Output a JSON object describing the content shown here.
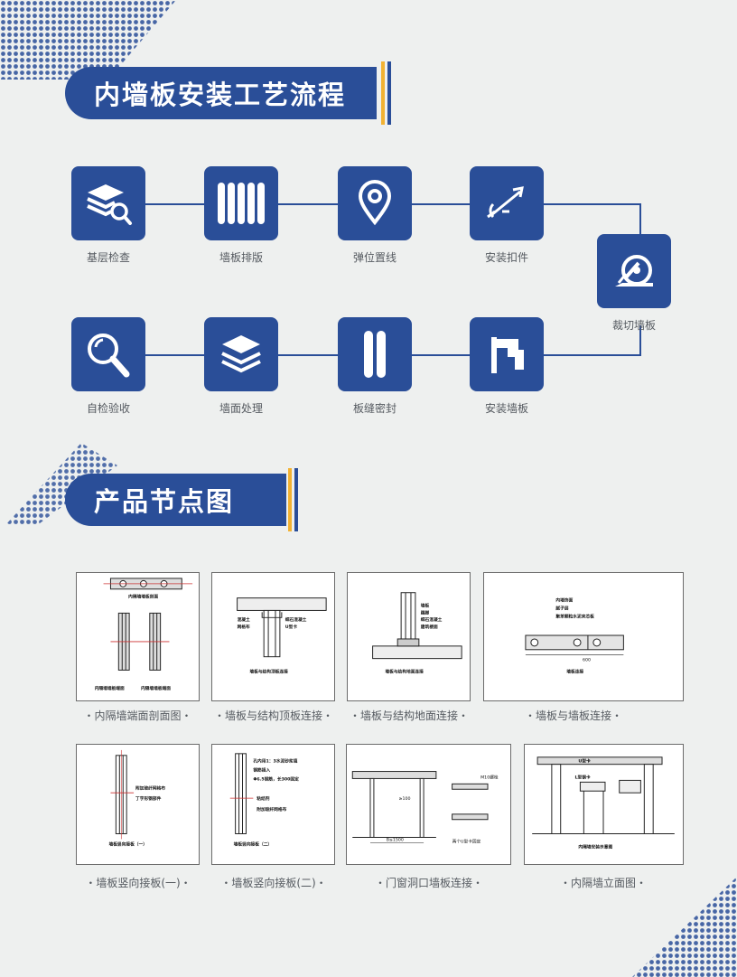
{
  "colors": {
    "brand": "#2a4e98",
    "accent_yellow": "#f2b233",
    "background": "#eef0ef"
  },
  "sections": {
    "process": {
      "title": "内墙板安装工艺流程"
    },
    "nodes": {
      "title": "产品节点图"
    }
  },
  "process_steps": [
    {
      "label": "基层检查",
      "icon": "layers-search-icon"
    },
    {
      "label": "墙板排版",
      "icon": "panel-columns-icon"
    },
    {
      "label": "弹位置线",
      "icon": "location-pin-icon"
    },
    {
      "label": "安装扣件",
      "icon": "fastener-icon"
    },
    {
      "label": "裁切墙板",
      "icon": "cutting-saw-icon"
    },
    {
      "label": "安装墙板",
      "icon": "wall-panel-icon"
    },
    {
      "label": "板缝密封",
      "icon": "seam-seal-icon"
    },
    {
      "label": "墙面处理",
      "icon": "layers-icon"
    },
    {
      "label": "自检验收",
      "icon": "magnifier-icon"
    }
  ],
  "node_drawings": [
    {
      "caption": "・内隔墙端面剖面图・",
      "labels": [
        "内隔墙墙板端面",
        "内隔墙墙板端面",
        "内隔墙墙板剖面"
      ]
    },
    {
      "caption": "・墙板与结构顶板连接・",
      "labels": [
        "墙板与结构顶板连接",
        "混凝土",
        "细石混凝土",
        "U型卡",
        "网格布"
      ]
    },
    {
      "caption": "・墙板与结构地面连接・",
      "labels": [
        "墙板与结构地面连接",
        "墙板",
        "细石混凝土",
        "建筑楼面",
        "踢脚"
      ]
    },
    {
      "caption": "・墙板与墙板连接・",
      "labels": [
        "墙板连接",
        "内墙饰面",
        "腻子层",
        "聚苯颗粒水泥夹芯板",
        "600"
      ]
    },
    {
      "caption": "・墙板竖向接板(一)・",
      "labels": [
        "墙板竖向接板（一）",
        "附加玻纤网格布",
        "丁字形钢部件"
      ]
    },
    {
      "caption": "・墙板竖向接板(二)・",
      "labels": [
        "墙板竖向接板（二）",
        "孔内用1：3水泥砂浆填",
        "钢筋插入",
        "Φ6.5钢筋，长300固定",
        "粘结剂",
        "附加玻纤网格布"
      ]
    },
    {
      "caption": "・门窗洞口墙板连接・",
      "labels": [
        "B≤1500",
        "≥100",
        "M10螺栓",
        "两个U型卡固定"
      ]
    },
    {
      "caption": "・内隔墙立面图・",
      "labels": [
        "内隔墙安装示意图",
        "U型卡",
        "L型钢卡"
      ]
    }
  ]
}
